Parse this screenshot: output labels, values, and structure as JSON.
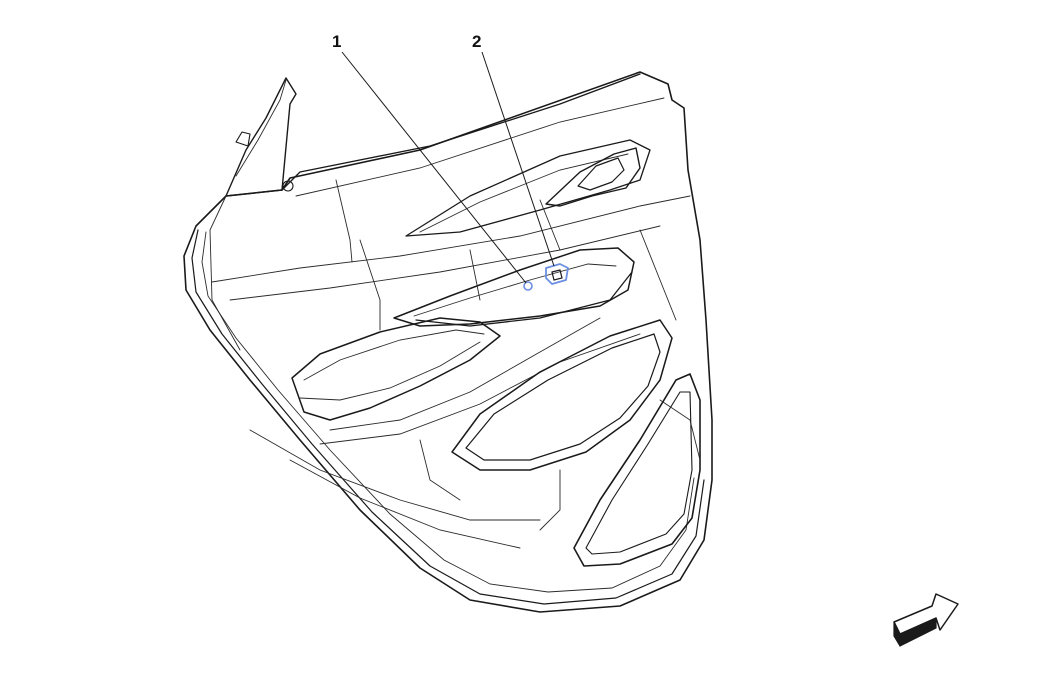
{
  "callouts": [
    {
      "id": "1",
      "label": "1"
    },
    {
      "id": "2",
      "label": "2"
    }
  ],
  "colors": {
    "panel_fill": "#d9d5c4",
    "panel_shade": "#cfcab6",
    "outline": "#1a1a1a",
    "highlight": "#6b8fe0"
  },
  "icons": {
    "direction": "arrow-right-3d-icon"
  }
}
